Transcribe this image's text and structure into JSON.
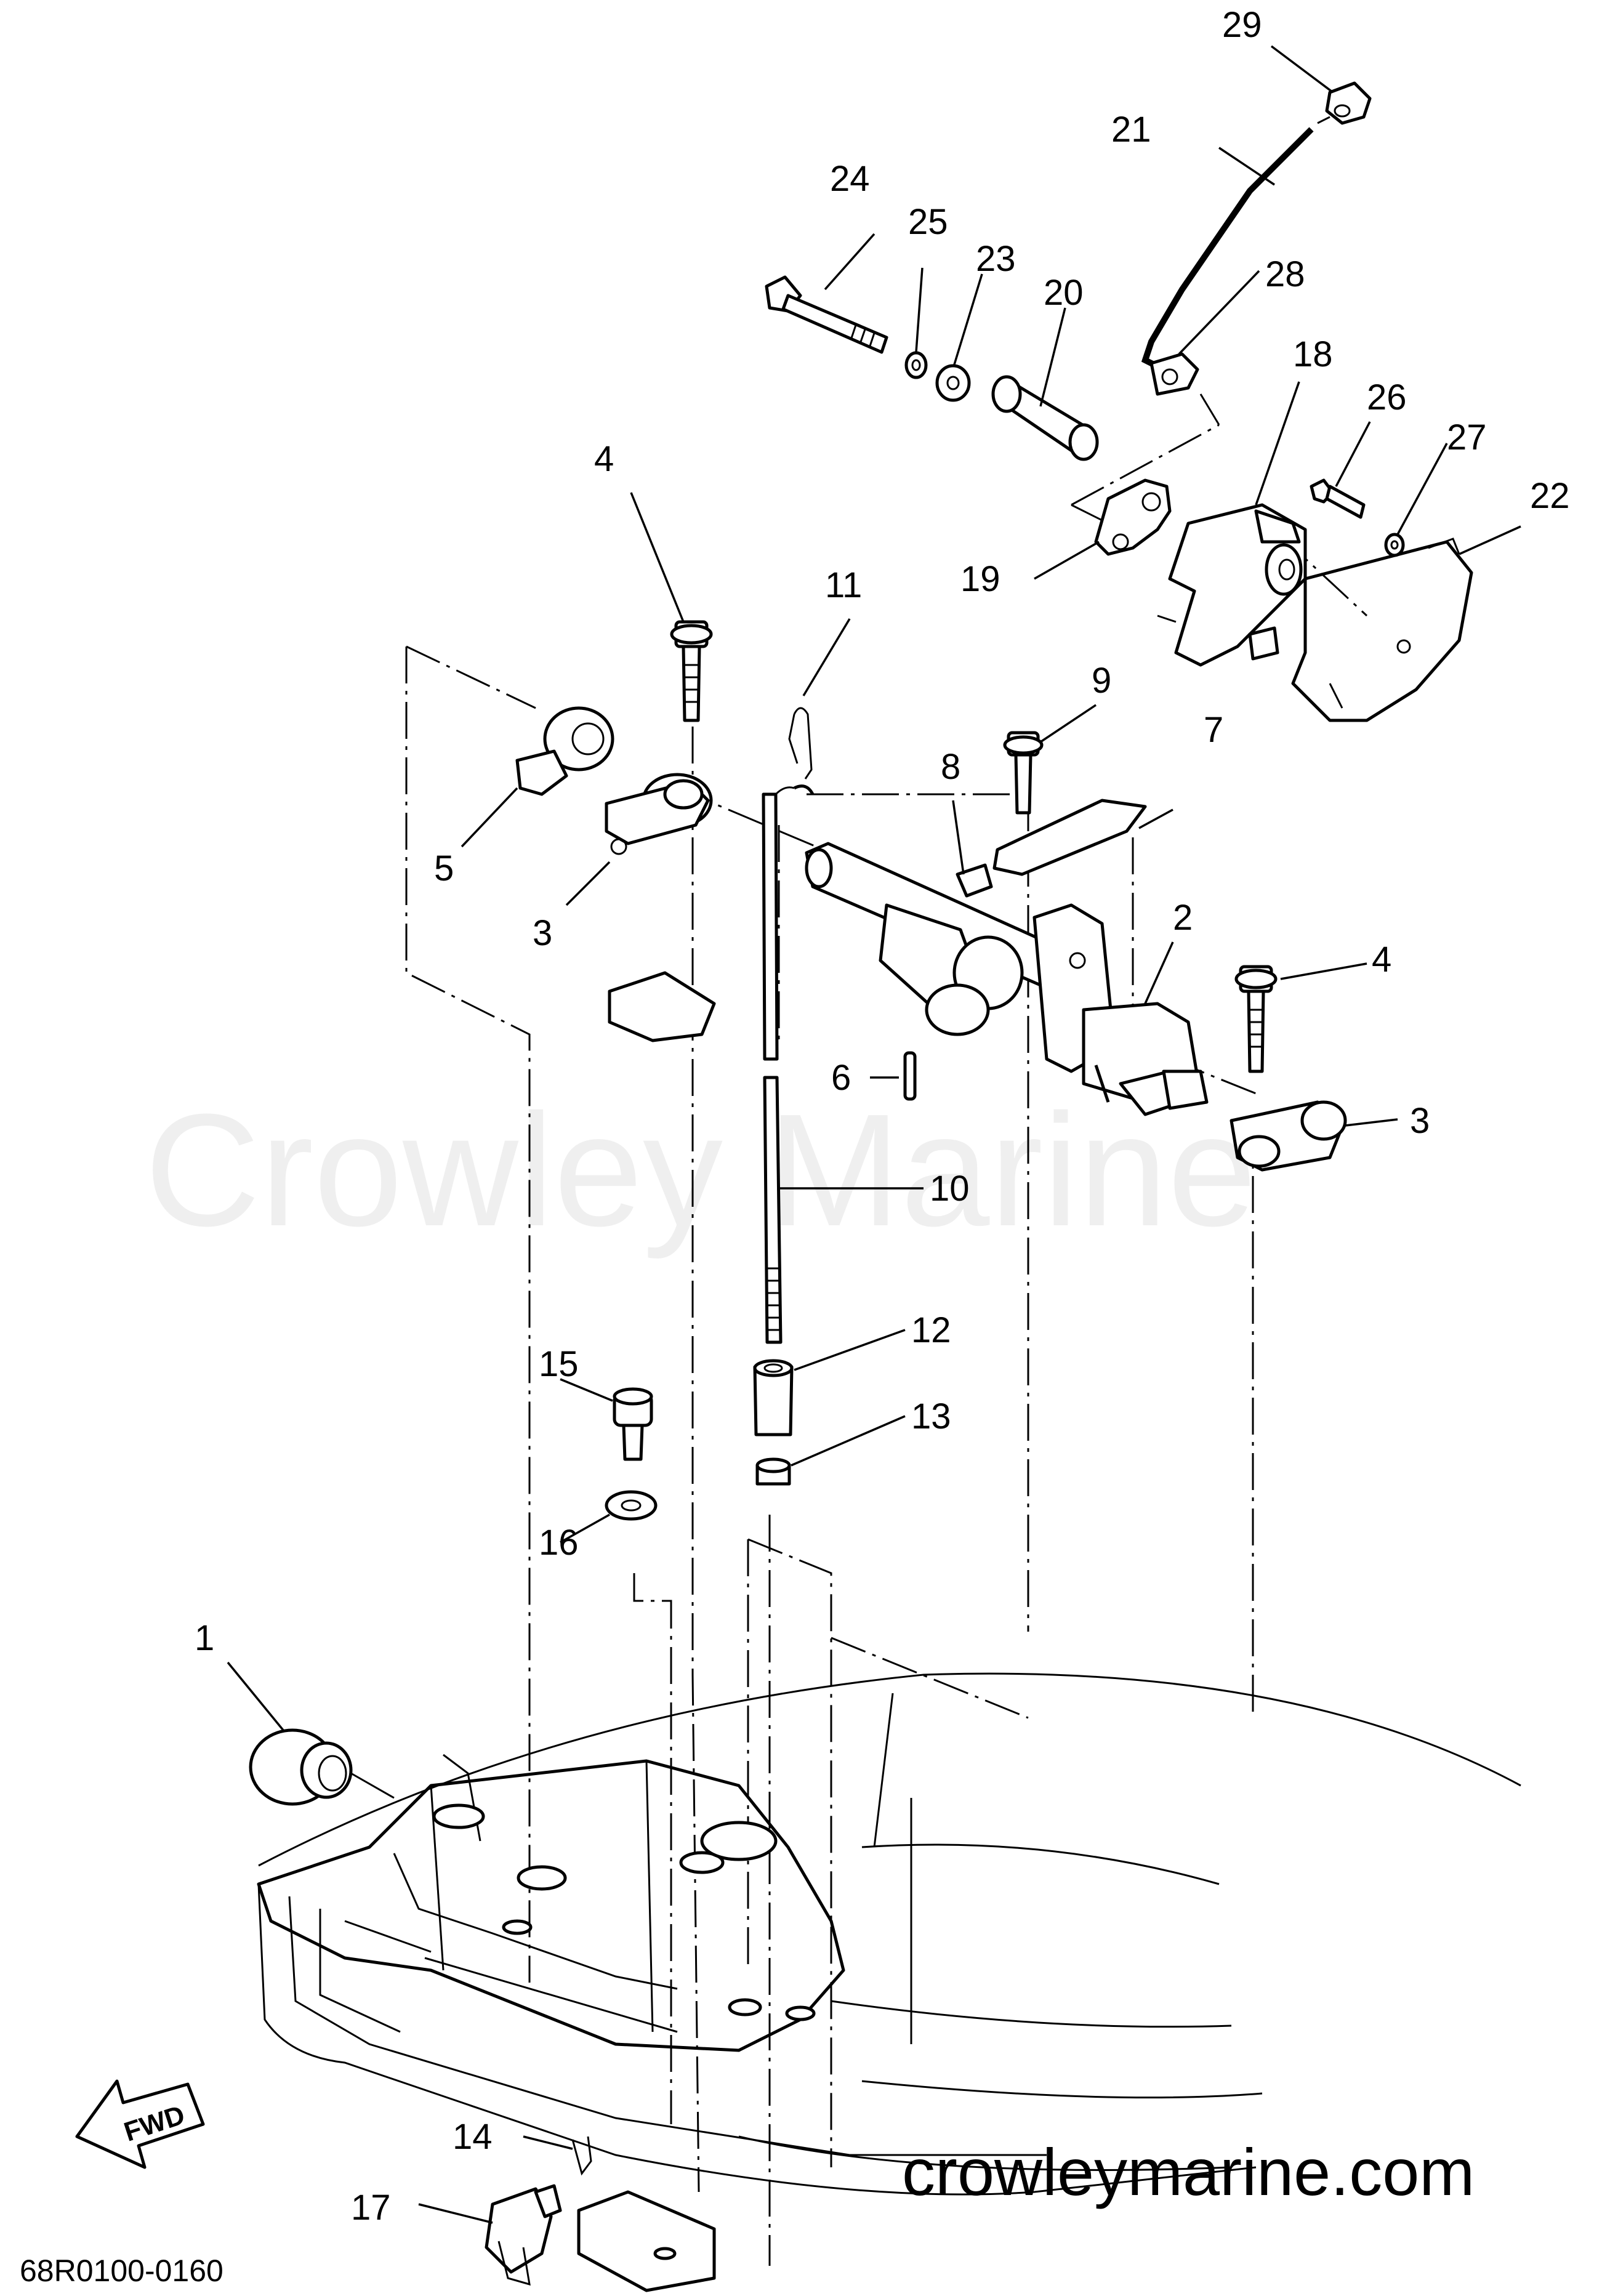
{
  "diagram": {
    "code": "68R0100-0160",
    "watermark": "Crowley Marine",
    "website": "crowleymarine.com",
    "fwd_label": "FWD",
    "callouts": [
      {
        "id": "c1",
        "label": "1"
      },
      {
        "id": "c2",
        "label": "2"
      },
      {
        "id": "c3a",
        "label": "3"
      },
      {
        "id": "c3b",
        "label": "3"
      },
      {
        "id": "c4a",
        "label": "4"
      },
      {
        "id": "c4b",
        "label": "4"
      },
      {
        "id": "c5",
        "label": "5"
      },
      {
        "id": "c6",
        "label": "6"
      },
      {
        "id": "c7",
        "label": "7"
      },
      {
        "id": "c8",
        "label": "8"
      },
      {
        "id": "c9",
        "label": "9"
      },
      {
        "id": "c10",
        "label": "10"
      },
      {
        "id": "c11",
        "label": "11"
      },
      {
        "id": "c12",
        "label": "12"
      },
      {
        "id": "c13",
        "label": "13"
      },
      {
        "id": "c14",
        "label": "14"
      },
      {
        "id": "c15",
        "label": "15"
      },
      {
        "id": "c16",
        "label": "16"
      },
      {
        "id": "c17",
        "label": "17"
      },
      {
        "id": "c18",
        "label": "18"
      },
      {
        "id": "c19",
        "label": "19"
      },
      {
        "id": "c20",
        "label": "20"
      },
      {
        "id": "c21",
        "label": "21"
      },
      {
        "id": "c22",
        "label": "22"
      },
      {
        "id": "c23",
        "label": "23"
      },
      {
        "id": "c24",
        "label": "24"
      },
      {
        "id": "c25",
        "label": "25"
      },
      {
        "id": "c26",
        "label": "26"
      },
      {
        "id": "c27",
        "label": "27"
      },
      {
        "id": "c28",
        "label": "28"
      },
      {
        "id": "c29",
        "label": "29"
      }
    ]
  }
}
